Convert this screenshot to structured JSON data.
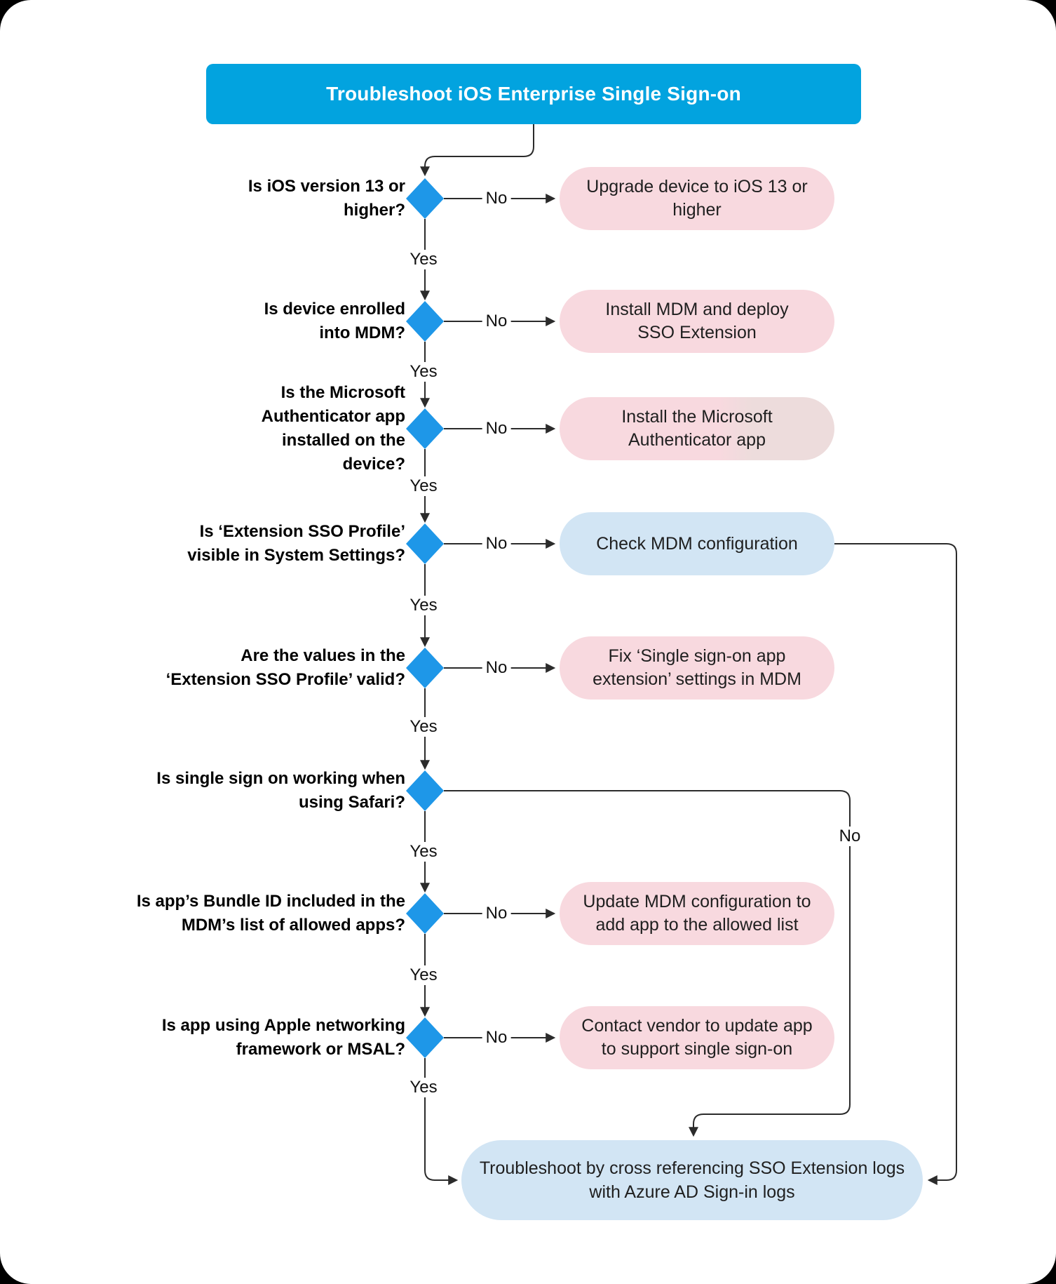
{
  "title": "Troubleshoot iOS Enterprise Single Sign-on",
  "labels": {
    "yes": "Yes",
    "no": "No"
  },
  "colors": {
    "title_blue": "#02a3df",
    "diamond_blue": "#1e97e8",
    "action_pink": "#f8d9df",
    "action_pink_muted": "#eddcdc",
    "action_light_blue": "#d2e5f4",
    "connector": "#2b2b2b"
  },
  "rows": [
    {
      "id": "ios-version",
      "question": "Is iOS version 13 or\nhigher?",
      "result": "Upgrade device to iOS 13 or\nhigher"
    },
    {
      "id": "mdm-enrolled",
      "question": "Is device enrolled\ninto MDM?",
      "result": "Install MDM and deploy\nSSO Extension"
    },
    {
      "id": "authenticator-installed",
      "question": "Is the Microsoft\nAuthenticator app\ninstalled on the\ndevice?",
      "result": "Install the Microsoft\nAuthenticator app"
    },
    {
      "id": "sso-profile-visible",
      "question": "Is ‘Extension SSO Profile’\nvisible in System Settings?",
      "result": "Check MDM configuration"
    },
    {
      "id": "sso-profile-valid",
      "question": "Are the values in the\n‘Extension SSO Profile’ valid?",
      "result": "Fix ‘Single sign-on app\nextension’ settings in MDM"
    },
    {
      "id": "safari-sso-working",
      "question": "Is single sign on working when\nusing Safari?",
      "result": null
    },
    {
      "id": "bundle-id-allowed",
      "question": "Is app’s Bundle ID included in the\nMDM’s list of allowed apps?",
      "result": "Update MDM configuration to\nadd app to the allowed list"
    },
    {
      "id": "apple-networking-msal",
      "question": "Is app using Apple networking\nframework or MSAL?",
      "result": "Contact vendor to update app\nto support single sign-on"
    }
  ],
  "final": "Troubleshoot by cross referencing SSO Extension logs\nwith Azure AD Sign-in logs"
}
